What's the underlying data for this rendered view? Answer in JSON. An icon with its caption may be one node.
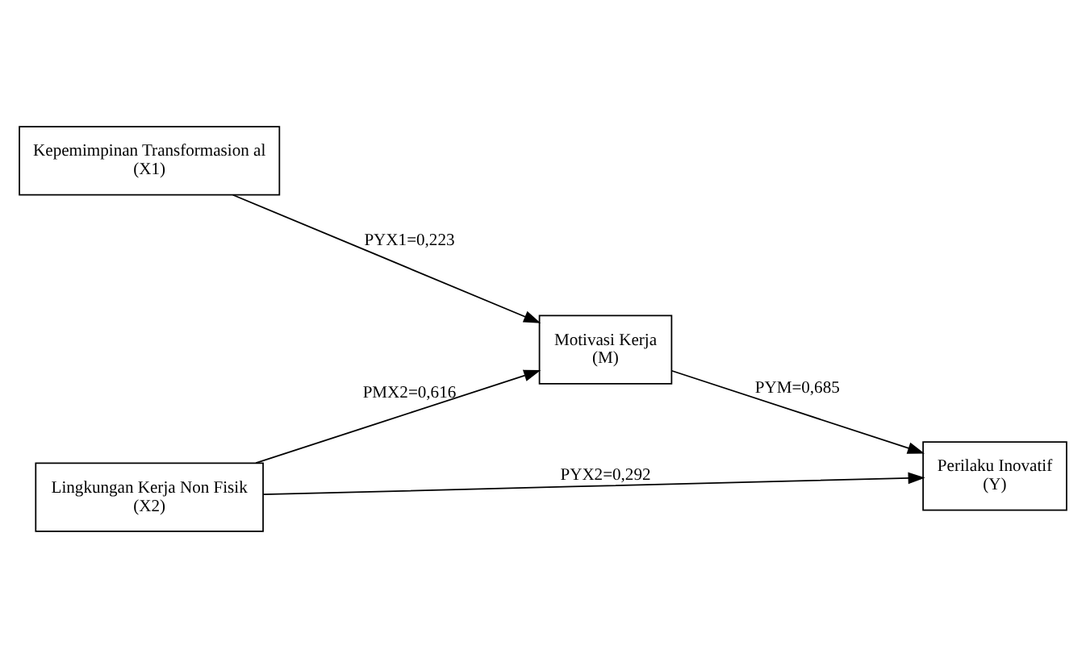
{
  "diagram": {
    "nodes": [
      {
        "text": [
          "Kepemimpinan Transformasion al",
          "(X1)"
        ]
      },
      {
        "text": [
          "Motivasi Kerja",
          "(M)"
        ]
      },
      {
        "text": [
          "Perilaku Inovatif",
          "(Y)"
        ]
      },
      {
        "text": [
          "Lingkungan Kerja Non Fisik",
          "(X2)"
        ]
      }
    ],
    "edges": [
      {
        "from": 0,
        "to": 1,
        "arrow": "to",
        "label": "PYX1=0,223"
      },
      {
        "from": 1,
        "to": 2,
        "arrow": "to",
        "label": "PYM=0,685"
      },
      {
        "from": 3,
        "to": 1,
        "arrow": "to",
        "label": "PMX2=0,616"
      },
      {
        "from": 3,
        "to": 2,
        "arrow": "to",
        "label": "PYX2=0,292"
      }
    ]
  }
}
